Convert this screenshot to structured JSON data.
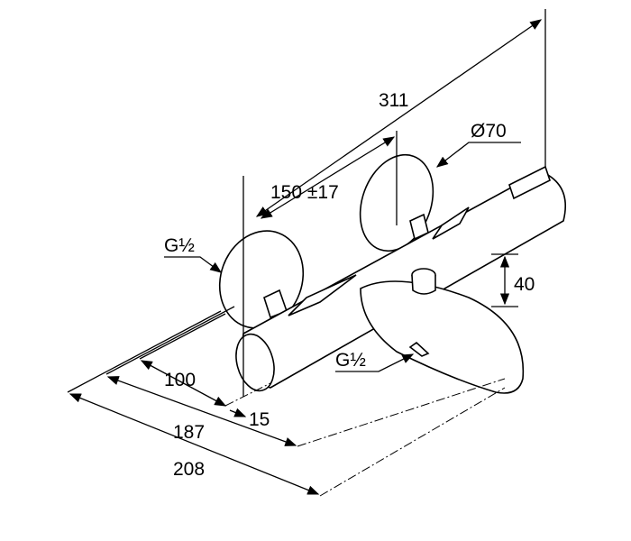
{
  "title": "Thermostatic bath mixer dimension drawing",
  "dimensions": {
    "overall_length": "311",
    "rosette_diameter": "Ø70",
    "centre_distance": "150 ±17",
    "inlet_thread": "G½",
    "outlet_thread": "G½",
    "spout_height": "40",
    "wall_depth_1": "100",
    "wall_depth_2": "187",
    "wall_depth_3": "208",
    "offset": "15"
  }
}
